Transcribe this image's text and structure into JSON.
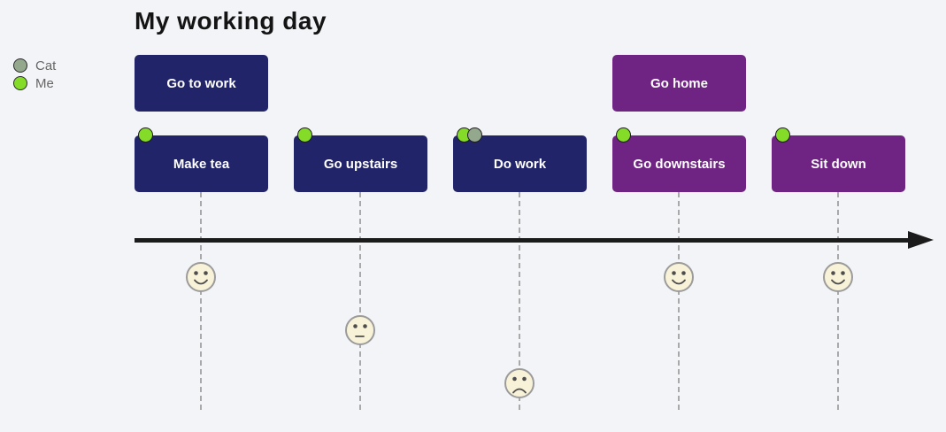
{
  "title": "My working day",
  "legend": {
    "items": [
      {
        "label": "Cat",
        "color": "#94a88e"
      },
      {
        "label": "Me",
        "color": "#85dc28"
      }
    ]
  },
  "tasks": [
    {
      "label": "Go to work",
      "row": "top",
      "column": 1,
      "color": "#212468",
      "participants": []
    },
    {
      "label": "Make tea",
      "row": "bottom",
      "column": 1,
      "color": "#212468",
      "participants": [
        "Me"
      ]
    },
    {
      "label": "Go upstairs",
      "row": "bottom",
      "column": 2,
      "color": "#212468",
      "participants": [
        "Me"
      ]
    },
    {
      "label": "Do work",
      "row": "bottom",
      "column": 3,
      "color": "#212468",
      "participants": [
        "Me",
        "Cat"
      ]
    },
    {
      "label": "Go home",
      "row": "top",
      "column": 4,
      "color": "#6f2383",
      "participants": []
    },
    {
      "label": "Go downstairs",
      "row": "bottom",
      "column": 4,
      "color": "#6f2383",
      "participants": [
        "Me"
      ]
    },
    {
      "label": "Sit down",
      "row": "bottom",
      "column": 5,
      "color": "#6f2383",
      "participants": [
        "Me"
      ]
    }
  ],
  "mood_track": {
    "faces": [
      {
        "column": 1,
        "mood": "happy"
      },
      {
        "column": 2,
        "mood": "neutral"
      },
      {
        "column": 3,
        "mood": "sad"
      },
      {
        "column": 4,
        "mood": "happy"
      },
      {
        "column": 5,
        "mood": "happy"
      }
    ]
  },
  "timeline": {
    "type": "horizontal-arrow",
    "direction": "left-to-right",
    "color": "#1b1b1b",
    "columns": 5
  },
  "colors": {
    "background": "#f3f4f7",
    "task_navy": "#212468",
    "task_purple": "#6f2383",
    "me_green": "#85dc28",
    "cat_sage": "#94a88e",
    "face_fill": "#f8f3d8",
    "face_stroke": "#9b9b9b",
    "guide_line": "#a9a9a9",
    "axis": "#1b1b1b"
  }
}
